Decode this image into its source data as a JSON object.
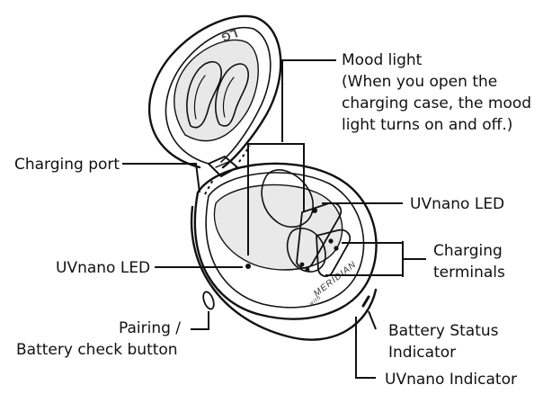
{
  "labels": {
    "mood_light_1": "Mood light",
    "mood_light_2": "(When you open the",
    "mood_light_3": "charging case, the mood",
    "mood_light_4": "light turns on and off.)",
    "charging_port": "Charging port",
    "uvnano_led_right": "UVnano LED",
    "uvnano_led_left": "UVnano LED",
    "charging_terminals_1": "Charging",
    "charging_terminals_2": "terminals",
    "pairing_1": "Pairing /",
    "pairing_2": "Battery check button",
    "battery_status_1": "Battery Status",
    "battery_status_2": "Indicator",
    "uvnano_indicator": "UVnano Indicator"
  },
  "case": {
    "brand_mark": "MERIDIAN",
    "brand_prefix": "with",
    "lid_logo": "LG"
  }
}
